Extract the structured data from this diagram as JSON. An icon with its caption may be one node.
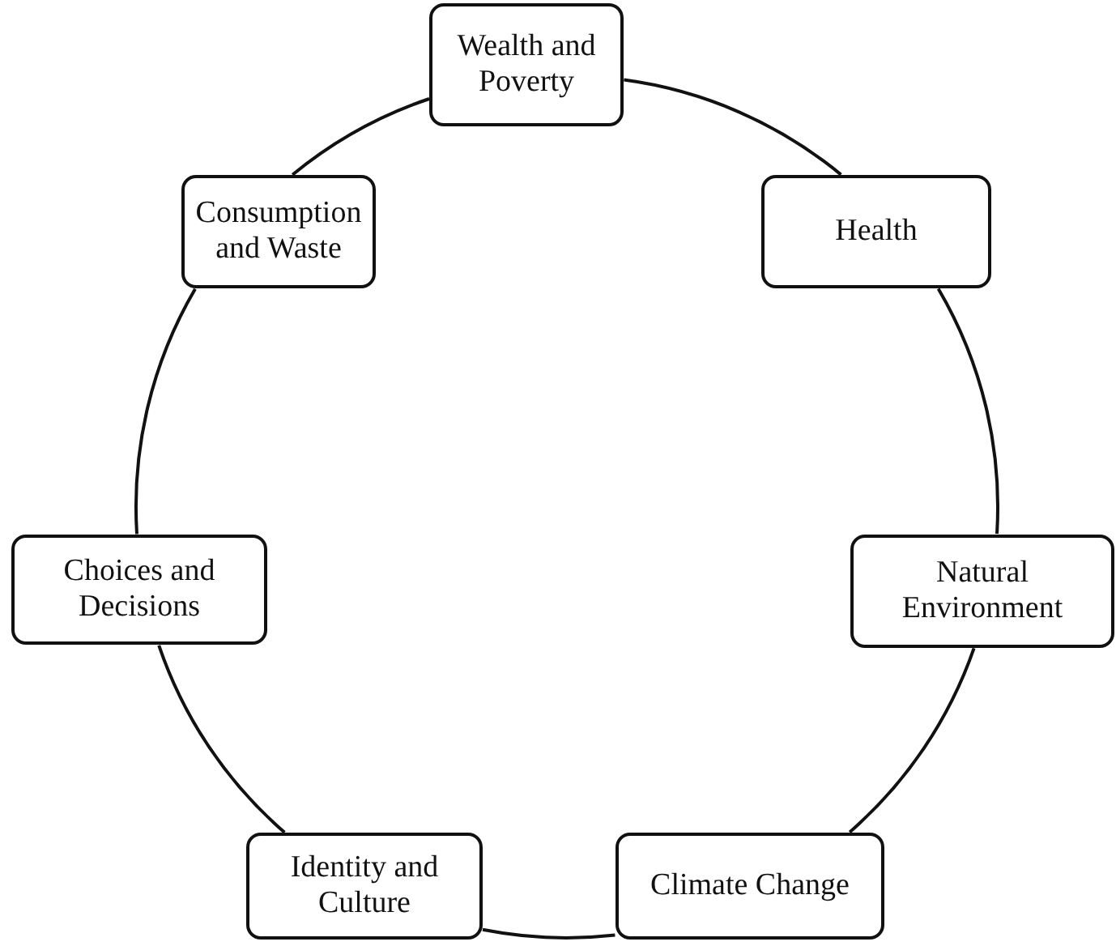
{
  "diagram": {
    "nodes": [
      {
        "text": [
          "Wealth and Poverty"
        ]
      },
      {
        "text": [
          "Consumption and Waste"
        ]
      },
      {
        "text": [
          "Health"
        ]
      },
      {
        "text": [
          "Choices and Decisions"
        ]
      },
      {
        "text": [
          "Natural Environment"
        ]
      },
      {
        "text": [
          "Identity and Culture"
        ]
      },
      {
        "text": [
          "Climate Change"
        ]
      }
    ],
    "edges": [
      {
        "from": 0,
        "to": 2,
        "arrow": "none"
      },
      {
        "from": 2,
        "to": 4,
        "arrow": "none"
      },
      {
        "from": 4,
        "to": 6,
        "arrow": "none"
      },
      {
        "from": 6,
        "to": 5,
        "arrow": "none"
      },
      {
        "from": 5,
        "to": 3,
        "arrow": "none"
      },
      {
        "from": 3,
        "to": 1,
        "arrow": "none"
      },
      {
        "from": 1,
        "to": 0,
        "arrow": "none"
      }
    ]
  }
}
